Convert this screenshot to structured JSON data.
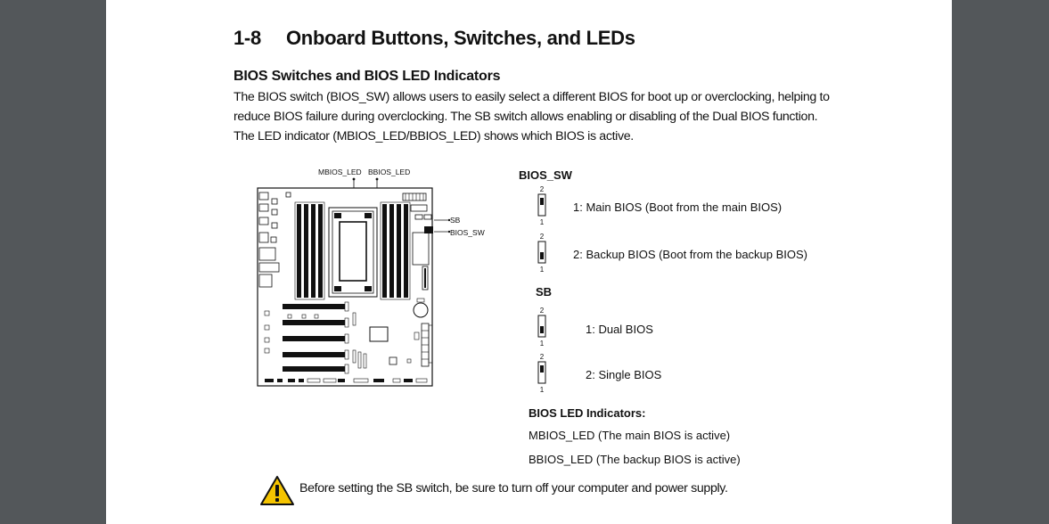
{
  "section": {
    "number": "1-8",
    "title": "Onboard Buttons, Switches, and LEDs"
  },
  "subsection": {
    "title": "BIOS Switches and BIOS LED Indicators",
    "paragraph_lines": [
      "The BIOS switch (BIOS_SW) allows users to easily select a different BIOS for boot up or overclocking, helping to",
      "reduce BIOS failure during overclocking. The SB switch allows enabling or disabling of the Dual BIOS function.",
      "The LED indicator (MBIOS_LED/BBIOS_LED) shows which BIOS is active."
    ]
  },
  "diagram": {
    "label_mbios_led": "MBIOS_LED",
    "label_bbios_led": "BBIOS_LED",
    "label_sb": "SB",
    "label_bios_sw": "BIOS_SW"
  },
  "bios_sw": {
    "heading": "BIOS_SW",
    "options": [
      {
        "label": "1: Main BIOS (Boot from the main BIOS)",
        "top": "2",
        "bottom": "1",
        "position": "up"
      },
      {
        "label": "2: Backup BIOS (Boot from the backup BIOS)",
        "top": "2",
        "bottom": "1",
        "position": "down"
      }
    ]
  },
  "sb": {
    "heading": "SB",
    "options": [
      {
        "label": "1: Dual BIOS",
        "top": "2",
        "bottom": "1",
        "position": "down"
      },
      {
        "label": "2: Single BIOS",
        "top": "2",
        "bottom": "1",
        "position": "up"
      }
    ]
  },
  "led": {
    "heading": "BIOS LED Indicators:",
    "items": [
      "MBIOS_LED (The main BIOS is active)",
      "BBIOS_LED (The backup BIOS is active)"
    ]
  },
  "warning": {
    "icon": "warning-triangle-icon",
    "text": "Before setting the SB switch, be sure to turn off your computer and power supply.",
    "color": "#f5c400"
  }
}
